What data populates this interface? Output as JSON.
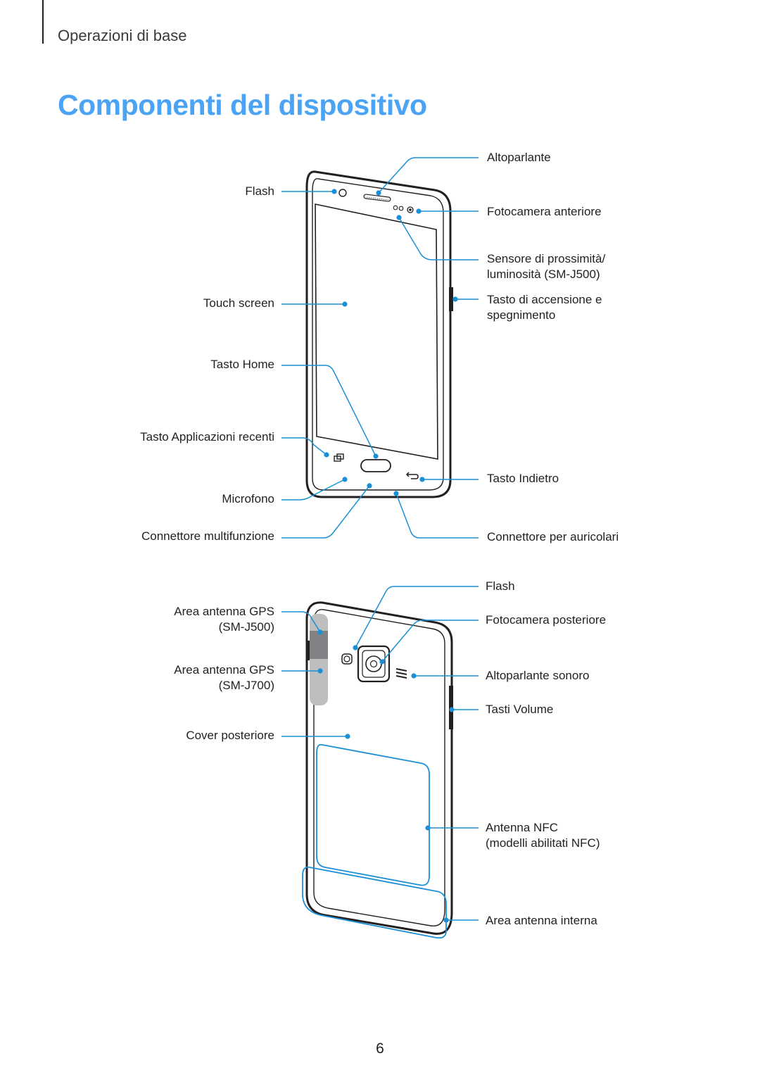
{
  "header": {
    "section": "Operazioni di base"
  },
  "title": "Componenti del dispositivo",
  "front": {
    "left": [
      {
        "label": "Flash"
      },
      {
        "label": "Touch screen"
      },
      {
        "label": "Tasto Home"
      },
      {
        "label": "Tasto Applicazioni recenti"
      },
      {
        "label": "Microfono"
      },
      {
        "label": "Connettore multifunzione"
      }
    ],
    "right": [
      {
        "label": "Altoparlante"
      },
      {
        "label": "Fotocamera anteriore"
      },
      {
        "line1": "Sensore di prossimità/",
        "line2": "luminosità (SM-J500)"
      },
      {
        "line1": "Tasto di accensione e",
        "line2": "spegnimento"
      },
      {
        "label": "Tasto Indietro"
      },
      {
        "label": "Connettore per auricolari"
      }
    ]
  },
  "back": {
    "left": [
      {
        "line1": "Area antenna GPS",
        "line2": "(SM-J500)"
      },
      {
        "line1": "Area antenna GPS",
        "line2": "(SM-J700)"
      },
      {
        "label": "Cover posteriore"
      }
    ],
    "right": [
      {
        "label": "Flash"
      },
      {
        "label": "Fotocamera posteriore"
      },
      {
        "label": "Altoparlante sonoro"
      },
      {
        "label": "Tasti Volume"
      },
      {
        "line1": "Antenna NFC",
        "line2": "(modelli abilitati NFC)"
      },
      {
        "label": "Area antenna interna"
      }
    ]
  },
  "page_number": "6",
  "colors": {
    "accent": "#4ba3f5",
    "callout": "#1a8fd6",
    "device": "#231f20",
    "antenna": "#bcbec0"
  }
}
